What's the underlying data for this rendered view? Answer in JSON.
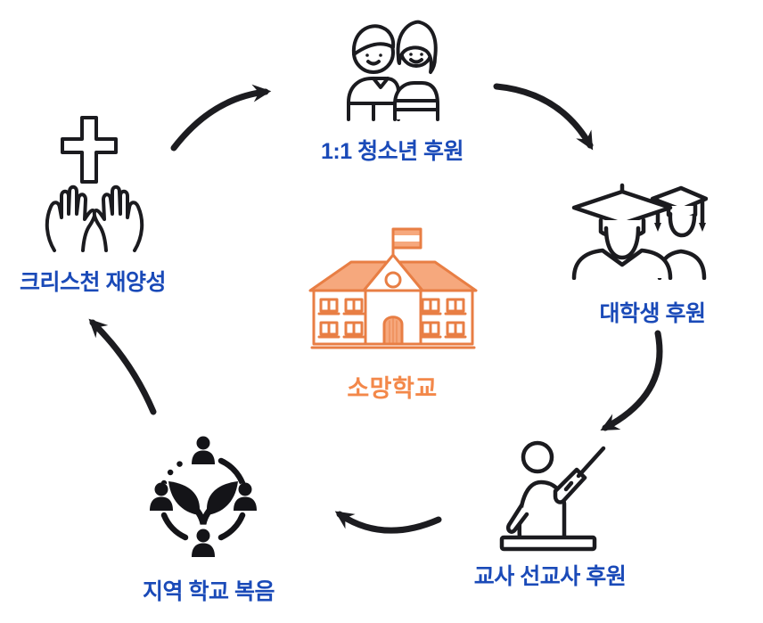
{
  "diagram": {
    "center": {
      "label": "소망학교",
      "icon": "school-building-icon",
      "label_color": "#f3884a"
    },
    "nodes": [
      {
        "id": "youth-sponsorship",
        "label": "1:1 청소년 후원",
        "icon": "youth-pair-icon"
      },
      {
        "id": "college-student-sponsorship",
        "label": "대학생 후원",
        "icon": "graduates-icon"
      },
      {
        "id": "teacher-missionary-sponsorship",
        "label": "교사 선교사 후원",
        "icon": "teacher-pointer-icon"
      },
      {
        "id": "local-school-gospel",
        "label": "지역 학교 복음",
        "icon": "community-sprout-icon"
      },
      {
        "id": "christian-regrowth",
        "label": "크리스천 재양성",
        "icon": "cross-praying-hands-icon"
      }
    ],
    "flow_clockwise": [
      "christian-regrowth → youth-sponsorship",
      "youth-sponsorship → college-student-sponsorship",
      "college-student-sponsorship → teacher-missionary-sponsorship",
      "teacher-missionary-sponsorship → local-school-gospel",
      "local-school-gospel → christian-regrowth"
    ],
    "colors": {
      "label_blue": "#1a4ab8",
      "accent_orange": "#e87e44",
      "roof_orange": "#f6a87d",
      "icon_black": "#1b1b1f",
      "arrow_black": "#1c1c20"
    }
  }
}
